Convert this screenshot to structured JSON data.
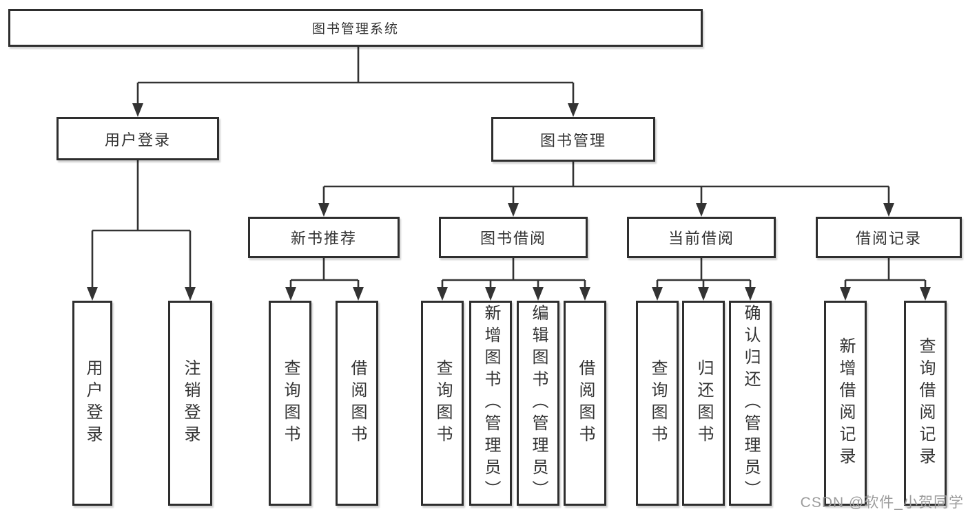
{
  "tree": {
    "root": {
      "label": "图书管理系统",
      "children": [
        {
          "label": "用户登录",
          "children": [
            {
              "label": "用户登录"
            },
            {
              "label": "注销登录"
            }
          ]
        },
        {
          "label": "图书管理",
          "children": [
            {
              "label": "新书推荐",
              "children": [
                {
                  "label": "查询图书"
                },
                {
                  "label": "借阅图书"
                }
              ]
            },
            {
              "label": "图书借阅",
              "children": [
                {
                  "label": "查询图书"
                },
                {
                  "label": "新增图书（管理员）"
                },
                {
                  "label": "编辑图书（管理员）"
                },
                {
                  "label": "借阅图书"
                }
              ]
            },
            {
              "label": "当前借阅",
              "children": [
                {
                  "label": "查询图书"
                },
                {
                  "label": "归还图书"
                },
                {
                  "label": "确认归还（管理员）"
                }
              ]
            },
            {
              "label": "借阅记录",
              "children": [
                {
                  "label": "新增借阅记录"
                },
                {
                  "label": "查询借阅记录"
                }
              ]
            }
          ]
        }
      ]
    }
  },
  "watermark": {
    "text": "CSDN @软件_小贺同学"
  },
  "colors": {
    "line": "#333333",
    "box_border": "#2e2e2e",
    "text": "#333333",
    "watermark": "#9c9c9c",
    "background": "#ffffff"
  }
}
